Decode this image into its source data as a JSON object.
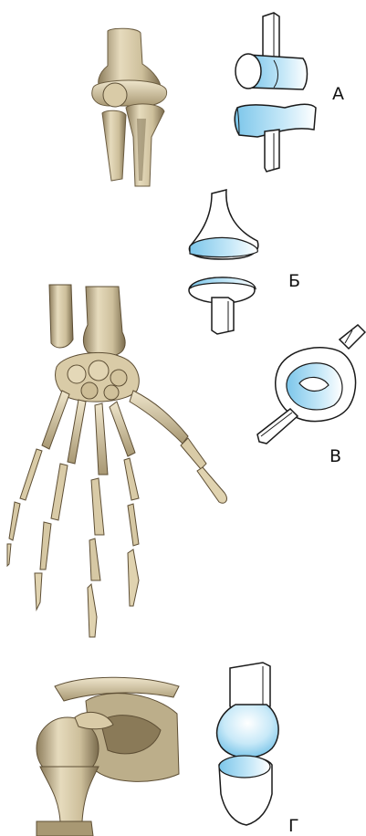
{
  "labels": {
    "a": "А",
    "b": "Б",
    "v": "В",
    "g": "Г"
  },
  "colors": {
    "bone": "#d4c6a4",
    "bone_light": "#ece2c6",
    "bone_shadow": "#8d7d5c",
    "bone_dark": "#4a3d28",
    "cartilage": "#9fd6ef",
    "cartilage_light": "#d6eefa",
    "outline": "#1a1a1a"
  }
}
